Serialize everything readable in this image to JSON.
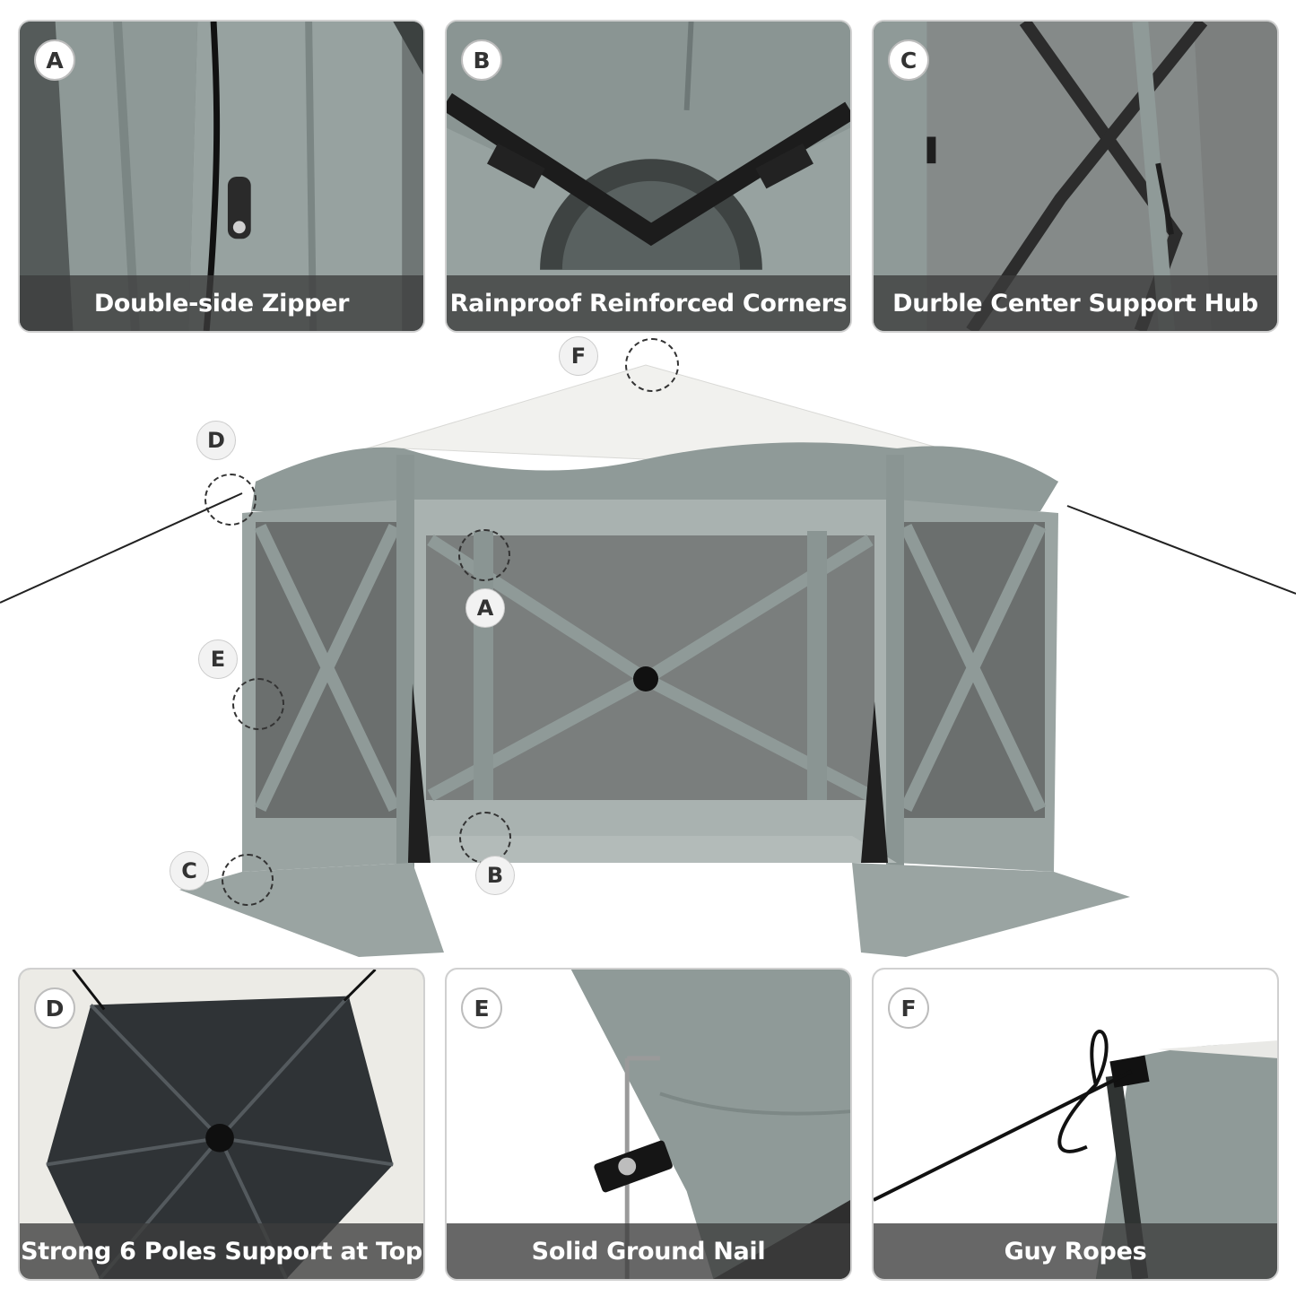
{
  "panels_top": [
    {
      "badge": "A",
      "caption": "Double-side Zipper",
      "icon": "zipper-icon"
    },
    {
      "badge": "B",
      "caption": "Rainproof Reinforced Corners",
      "icon": "corner-icon"
    },
    {
      "badge": "C",
      "caption": "Durble Center Support Hub",
      "icon": "hub-icon"
    }
  ],
  "panels_bottom": [
    {
      "badge": "D",
      "caption": "Strong 6 Poles Support at Top",
      "icon": "canopy-icon"
    },
    {
      "badge": "E",
      "caption": "Solid Ground Nail",
      "icon": "ground-nail-icon"
    },
    {
      "badge": "F",
      "caption": "Guy Ropes",
      "icon": "guy-rope-icon"
    }
  ],
  "tent_markers": [
    "F",
    "D",
    "A",
    "E",
    "C",
    "B"
  ],
  "colors": {
    "tent_gray": "#8f9a98",
    "canopy_white": "#f1f1ee",
    "mesh_dark": "#2b2b2b",
    "caption_bar": "#3c3c3c"
  }
}
